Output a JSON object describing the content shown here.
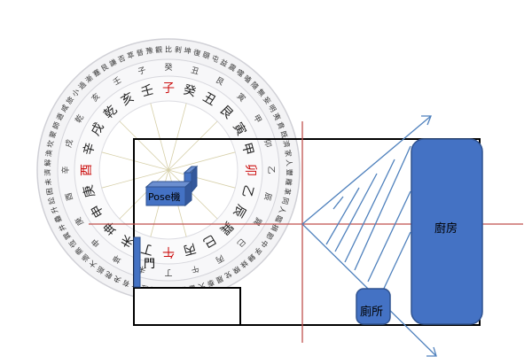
{
  "labels": {
    "pos_machine": "Pose機",
    "door": "門",
    "kitchen": "廚房",
    "toilet": "廁所"
  },
  "compass": {
    "inner_ring": [
      "子",
      "癸",
      "丑",
      "艮",
      "寅",
      "甲",
      "卯",
      "乙",
      "辰",
      "巽",
      "巳",
      "丙",
      "午",
      "丁",
      "未",
      "坤",
      "申",
      "庚",
      "酉",
      "辛",
      "戌",
      "乾",
      "亥",
      "壬"
    ],
    "inner_ring_red": [
      "子",
      "卯",
      "午",
      "酉"
    ],
    "middle_ring": "癸丑艮寅甲卯乙辰巽巳丙午丁未坤申庚酉辛戌乾亥壬子",
    "outer_ring": "比剝坤復頤屯益震噬嗑隨無妄明夷賁既濟家人豐離革同人臨損節中孚歸妹睽兌履泰大畜需小畜大壯大有夬乾姤大過鼎恆巽井蠱升訟困未濟解渙坎蒙師遯咸旅小過漸蹇艮謙否萃晉豫觀"
  },
  "colors": {
    "accent_blue": "#4472c4",
    "blue_border": "#2f528f",
    "red_axis": "#c0504d",
    "red_text": "#cc1111",
    "ray_blue": "#4f81bd"
  }
}
